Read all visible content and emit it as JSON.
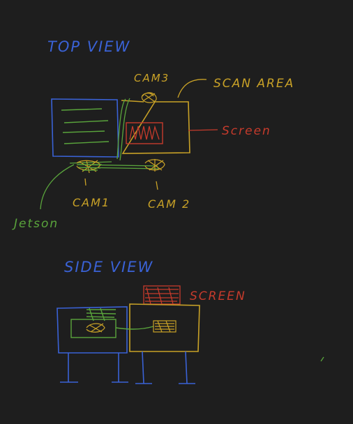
{
  "labels": {
    "top_view": "TOP VIEW",
    "cam3": "CAM3",
    "scan_area": "SCAN AREA",
    "screen_top": "Screen",
    "cam1": "CAM1",
    "cam2": "CAM 2",
    "jetson": "Jetson",
    "side_view": "SIDE VIEW",
    "screen_side": "SCREEN"
  },
  "colors": {
    "background": "#1e1e1e",
    "blue": "#3a62d6",
    "yellow": "#c9a227",
    "red": "#c63b2c",
    "green": "#5aa53c"
  }
}
